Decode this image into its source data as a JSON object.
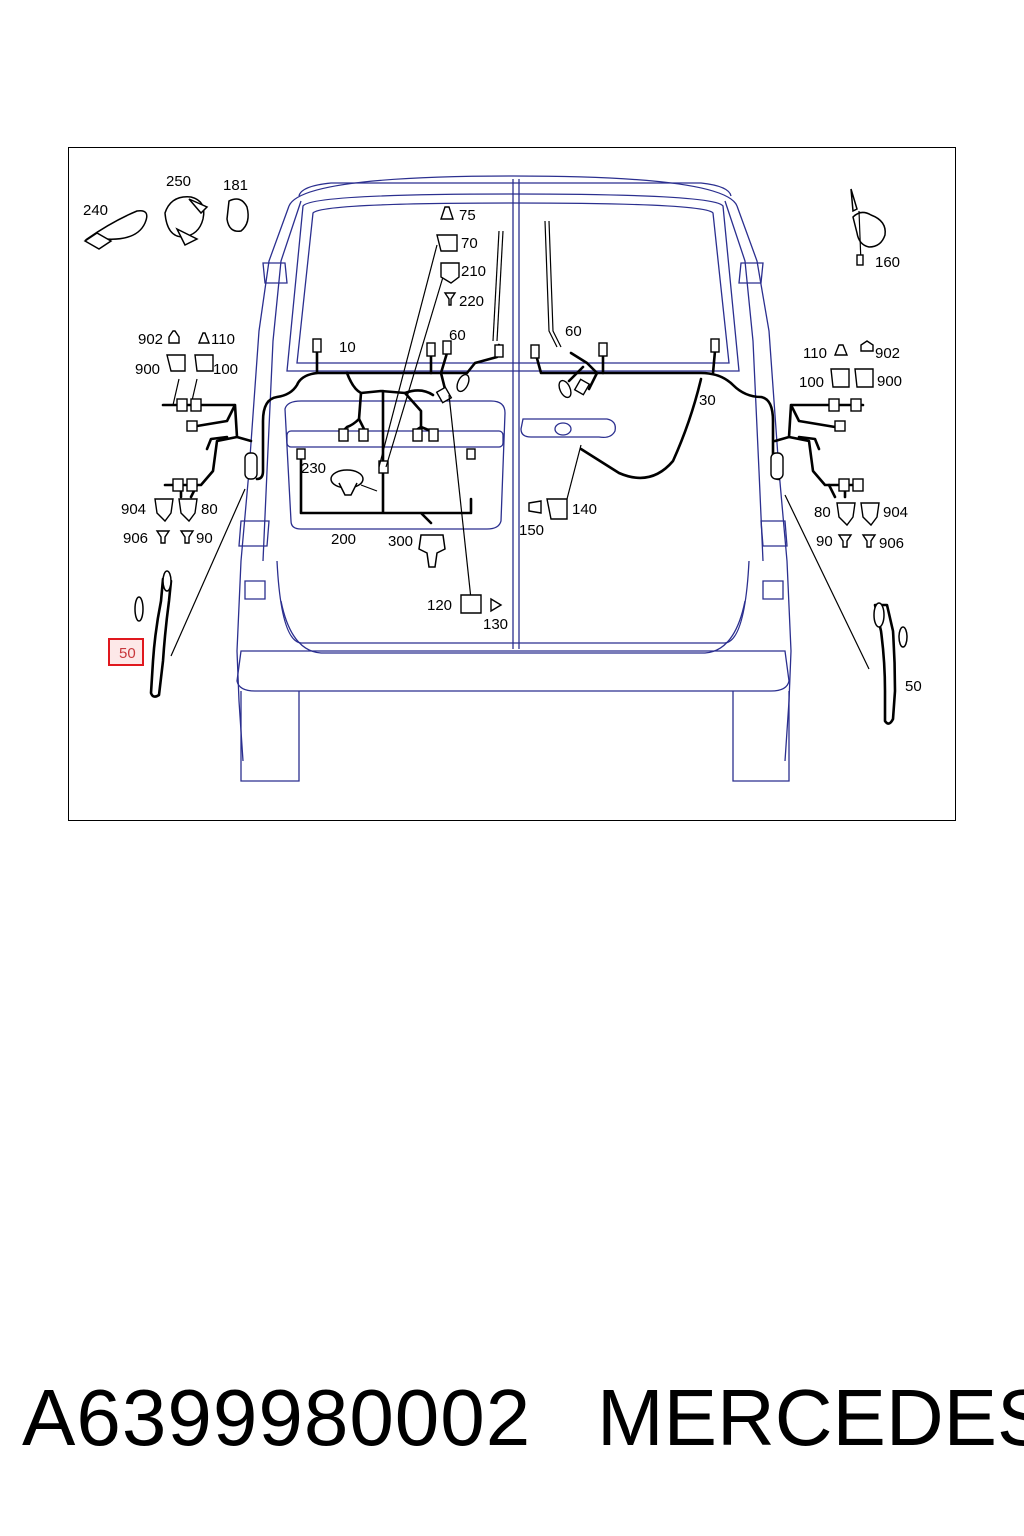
{
  "diagram": {
    "callouts": {
      "c240": "240",
      "c250": "250",
      "c181": "181",
      "c160": "160",
      "c75": "75",
      "c70": "70",
      "c210": "210",
      "c220": "220",
      "c10": "10",
      "c60l": "60",
      "c60r": "60",
      "c30": "30",
      "c902l": "902",
      "c110l": "110",
      "c900l": "900",
      "c100l": "100",
      "c110r": "110",
      "c902r": "902",
      "c100r": "100",
      "c900r": "900",
      "c904l": "904",
      "c80l": "80",
      "c906l": "906",
      "c90l": "90",
      "c80r": "80",
      "c904r": "904",
      "c90r": "90",
      "c906r": "906",
      "c230": "230",
      "c200": "200",
      "c300": "300",
      "c140": "140",
      "c150": "150",
      "c120": "120",
      "c130": "130",
      "c50l": "50",
      "c50r": "50"
    },
    "highlighted_callout": "50",
    "colors": {
      "body_outline": "#2b2f8f",
      "wiring": "#000000",
      "highlight": "#e0181e"
    }
  },
  "footer": {
    "part_number": "A6399980002",
    "brand": "MERCEDES"
  }
}
